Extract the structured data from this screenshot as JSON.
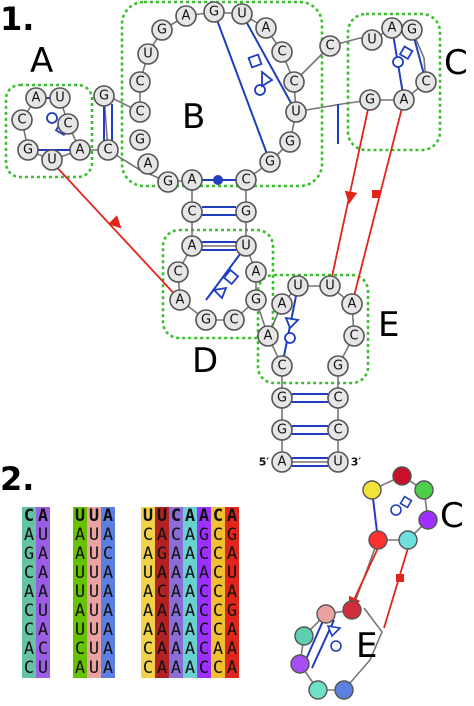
{
  "panel_labels": [
    "1.",
    "2."
  ],
  "region_labels": {
    "A": "A",
    "B": "B",
    "C": "C",
    "D": "D",
    "E": "E"
  },
  "end_labels": {
    "five_prime": "5′",
    "three_prime": "3′"
  },
  "colors": {
    "pair_line": "#1f3dbf",
    "tertiary_line": "#e0261c",
    "region_box": "#3bbf2e",
    "nucleotide_fill": "#e6e6e6"
  },
  "structure": {
    "nucleotides": {
      "a1": "C",
      "a2": "A",
      "a3": "U",
      "a4": "A",
      "a5": "G",
      "a6": "U",
      "a7": "C",
      "s1": "G",
      "s2": "C",
      "b1": "C",
      "b2": "U",
      "b3": "G",
      "b4": "A",
      "b5": "G",
      "b6": "U",
      "b7": "A",
      "b8": "C",
      "b9": "C",
      "b10": "U",
      "b11": "G",
      "b12": "G",
      "b13": "C",
      "b14": "A",
      "b15": "G",
      "b16": "A",
      "b17": "G",
      "b18": "C",
      "c1": "C",
      "c2": "U",
      "c3": "A",
      "c4": "G",
      "c5": "C",
      "c6": "A",
      "c7": "G",
      "m1": "C",
      "m2": "G",
      "m3": "G",
      "m4": "C",
      "d1": "A",
      "d2": "U",
      "d3": "C",
      "d4": "A",
      "d5": "A",
      "d6": "G",
      "d7": "C",
      "d8": "G",
      "e1": "U",
      "e2": "U",
      "e3": "A",
      "e4": "A",
      "e5": "C",
      "e6": "C",
      "e7": "G",
      "e8": "A",
      "t1": "G",
      "t2": "C",
      "t3": "A",
      "t4": "U"
    }
  },
  "alignment": {
    "columns": [
      [
        "C",
        "A",
        "G",
        "C",
        "A",
        "C",
        "C",
        "A",
        "C"
      ],
      [
        "A",
        "U",
        "A",
        "A",
        "A",
        "U",
        "A",
        "C",
        "U"
      ],
      [
        "U",
        "A",
        "A",
        "U",
        "U",
        "A",
        "U",
        "C",
        "A"
      ],
      [
        "U",
        "U",
        "U",
        "U",
        "U",
        "U",
        "U",
        "U",
        "U"
      ],
      [
        "A",
        "A",
        "C",
        "A",
        "A",
        "A",
        "A",
        "A",
        "A"
      ],
      [
        "U",
        "C",
        "A",
        "U",
        "A",
        "A",
        "A",
        "C",
        "C"
      ],
      [
        "U",
        "A",
        "G",
        "A",
        "C",
        "A",
        "A",
        "A",
        "A"
      ],
      [
        "C",
        "C",
        "A",
        "A",
        "A",
        "A",
        "A",
        "A",
        "A"
      ],
      [
        "A",
        "A",
        "A",
        "A",
        "A",
        "A",
        "A",
        "A",
        "A"
      ],
      [
        "A",
        "G",
        "C",
        "A",
        "C",
        "C",
        "C",
        "C",
        "C"
      ],
      [
        "C",
        "C",
        "C",
        "C",
        "C",
        "C",
        "C",
        "A",
        "C"
      ],
      [
        "A",
        "G",
        "A",
        "U",
        "A",
        "G",
        "A",
        "A",
        "A"
      ]
    ],
    "column_colors": [
      "#66c2a5",
      "#9b5de5",
      "#66c200",
      "#e9a3a3",
      "#5b7fe0",
      "#f2d24b",
      "#b22222",
      "#8a6dd6",
      "#6ad1d1",
      "#9b30ff",
      "#f0c030",
      "#e0261c"
    ]
  },
  "mini_structure": {
    "node_colors": [
      "#f2e23a",
      "#c8102e",
      "#4cd04c",
      "#9b30ff",
      "#ff3030",
      "#6ee0e0",
      "#d22d3b",
      "#e9a3a3",
      "#5fd0b0",
      "#a64ff0",
      "#6ee0c8",
      "#5b7fe0"
    ]
  }
}
